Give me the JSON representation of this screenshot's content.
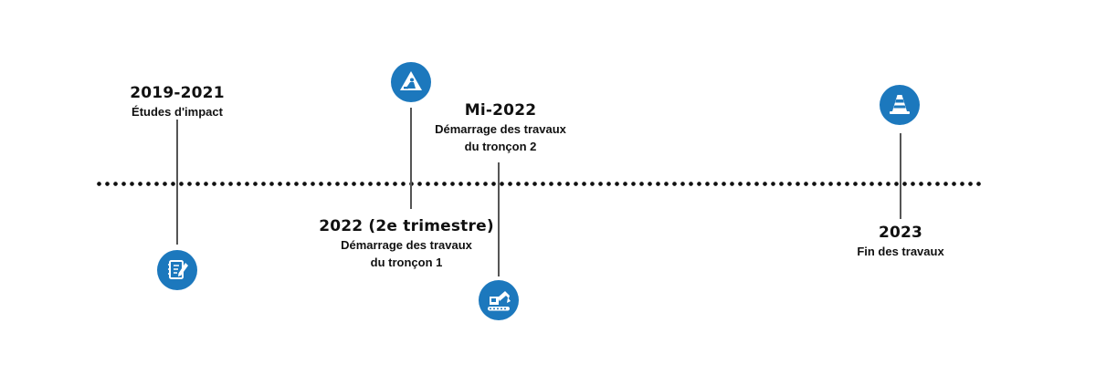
{
  "timeline": {
    "milestones": [
      {
        "id": "1",
        "date": "2019-2021",
        "description_lines": [
          "Études d'impact"
        ],
        "icon": "notebook-icon"
      },
      {
        "id": "2",
        "date": "2022 (2e trimestre)",
        "description_lines": [
          "Démarrage des travaux",
          "du tronçon 1"
        ],
        "icon": "road-work-sign-icon"
      },
      {
        "id": "3",
        "date": "Mi-2022",
        "description_lines": [
          "Démarrage des travaux",
          "du tronçon 2"
        ],
        "icon": "excavator-icon"
      },
      {
        "id": "4",
        "date": "2023",
        "description_lines": [
          "Fin des travaux"
        ],
        "icon": "traffic-cone-icon"
      }
    ]
  },
  "colors": {
    "icon_background": "#1c78bd",
    "icon_foreground": "#ffffff",
    "axis": "#111111",
    "stem": "#555555",
    "text": "#111111"
  }
}
